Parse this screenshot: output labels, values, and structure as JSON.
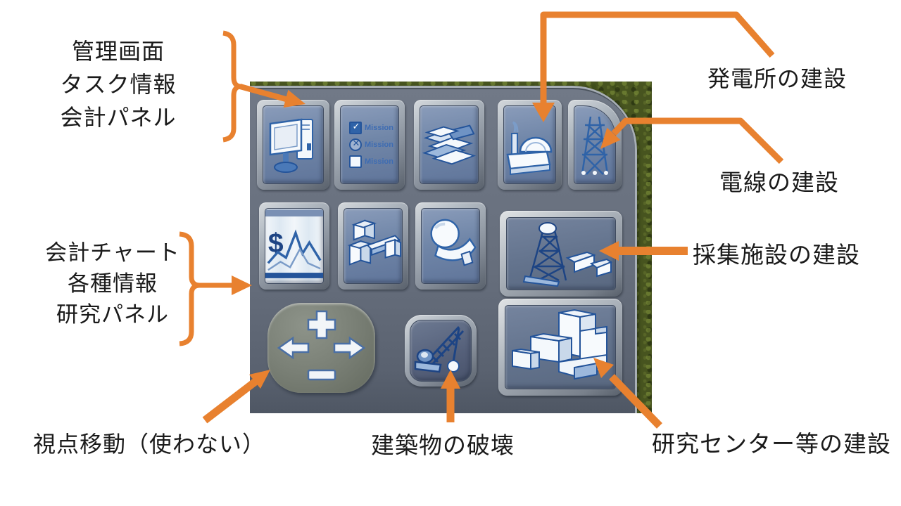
{
  "colors": {
    "accent_orange": "#E8812F",
    "panel_face": "#68707E",
    "button_face": "#7086A8",
    "icon_blue": "#2F63A8",
    "icon_dark_blue": "#1D4484",
    "icon_white": "#FBFDFF",
    "grass_base": "#47541F",
    "label_text": "#1A1A1A"
  },
  "annotations": {
    "management_panel_label": {
      "lines": [
        "管理画面",
        "タスク情報",
        "会計パネル"
      ]
    },
    "charts_info_label": {
      "lines": [
        "会計チャート",
        "各種情報",
        "研究パネル"
      ]
    },
    "power_plant_label": {
      "text": "発電所の建設"
    },
    "power_line_label": {
      "text": "電線の建設"
    },
    "mining_label": {
      "text": "採集施設の建設"
    },
    "viewpoint_label": {
      "text": "視点移動（使わない）"
    },
    "demolish_label": {
      "text": "建築物の破壊"
    },
    "research_label": {
      "text": "研究センター等の建設"
    }
  },
  "game_panel": {
    "mission_button_items": [
      {
        "state": "checked",
        "label": "Mission",
        "glyph": "✓"
      },
      {
        "state": "crossed",
        "label": "Mission",
        "glyph": "✕"
      },
      {
        "state": "unchecked",
        "label": "Mission",
        "glyph": ""
      }
    ],
    "finance_chart_dollar": "$",
    "buttons": [
      {
        "name": "management-button",
        "icon": "computer-icon"
      },
      {
        "name": "mission-button",
        "icon": "mission-checklist-icon"
      },
      {
        "name": "finance-button",
        "icon": "materials-money-icon"
      },
      {
        "name": "power-plant-button",
        "icon": "power-plant-icon"
      },
      {
        "name": "power-line-button",
        "icon": "power-pylon-icon"
      },
      {
        "name": "accounting-chart-button",
        "icon": "dollar-chart-icon"
      },
      {
        "name": "info-button",
        "icon": "blocks-icon"
      },
      {
        "name": "research-panel-button",
        "icon": "sphere-horn-icon"
      },
      {
        "name": "mining-facility-button",
        "icon": "drill-rig-icon"
      },
      {
        "name": "viewpoint-pad",
        "icon": "nav-arrows-icon"
      },
      {
        "name": "demolish-button",
        "icon": "wrecking-crane-icon"
      },
      {
        "name": "research-center-button",
        "icon": "research-buildings-icon"
      }
    ]
  }
}
